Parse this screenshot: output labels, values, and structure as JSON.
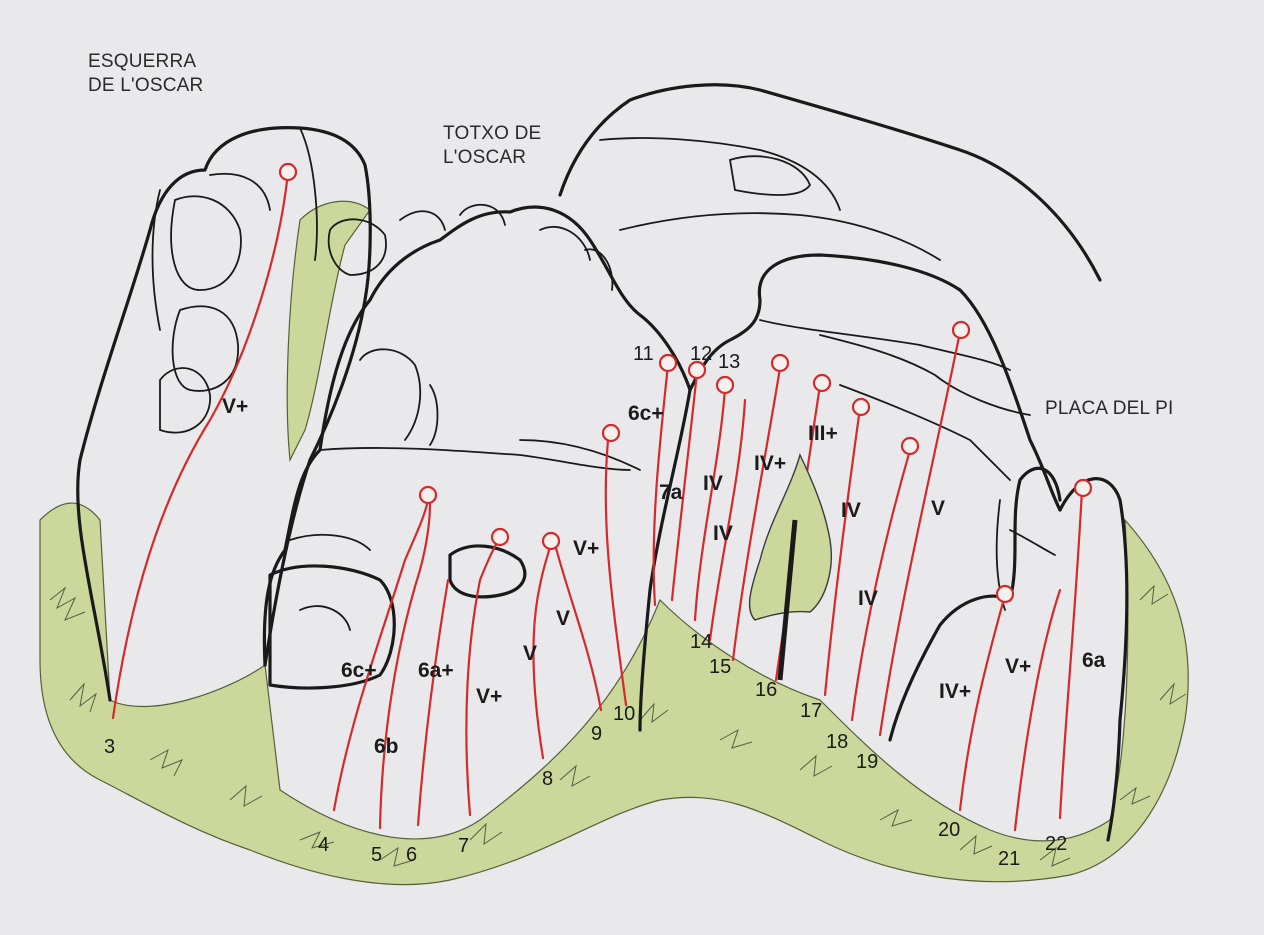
{
  "sectors": {
    "esquerra": [
      "ESQUERRA",
      "DE L'OSCAR"
    ],
    "totxo": [
      "TOTXO DE",
      "L'OSCAR"
    ],
    "placa": "PLACA DEL PI"
  },
  "routes": [
    {
      "num": "3",
      "grade": "V+"
    },
    {
      "num": "4",
      "grade": "6c+"
    },
    {
      "num": "5",
      "grade": "6b"
    },
    {
      "num": "6",
      "grade": "6a+"
    },
    {
      "num": "7",
      "grade": "V+"
    },
    {
      "num": "8",
      "grade": "V"
    },
    {
      "num": "9",
      "grade": "V"
    },
    {
      "num": "10",
      "grade": "V+"
    },
    {
      "num": "11",
      "grade": "6c+"
    },
    {
      "num": "12",
      "grade": "7a"
    },
    {
      "num": "13",
      "grade": "IV"
    },
    {
      "num": "14",
      "grade": "IV"
    },
    {
      "num": "15",
      "grade": "IV+"
    },
    {
      "num": "16",
      "grade": "III+"
    },
    {
      "num": "17",
      "grade": "IV"
    },
    {
      "num": "18",
      "grade": "IV"
    },
    {
      "num": "19",
      "grade": "V"
    },
    {
      "num": "20",
      "grade": "IV+"
    },
    {
      "num": "21",
      "grade": "V+"
    },
    {
      "num": "22",
      "grade": "6a"
    }
  ],
  "colors": {
    "route": "#d42a2a",
    "rock_outline": "#1a1a1a",
    "vegetation": "#cbd79b",
    "background": "#e9e9ec"
  }
}
